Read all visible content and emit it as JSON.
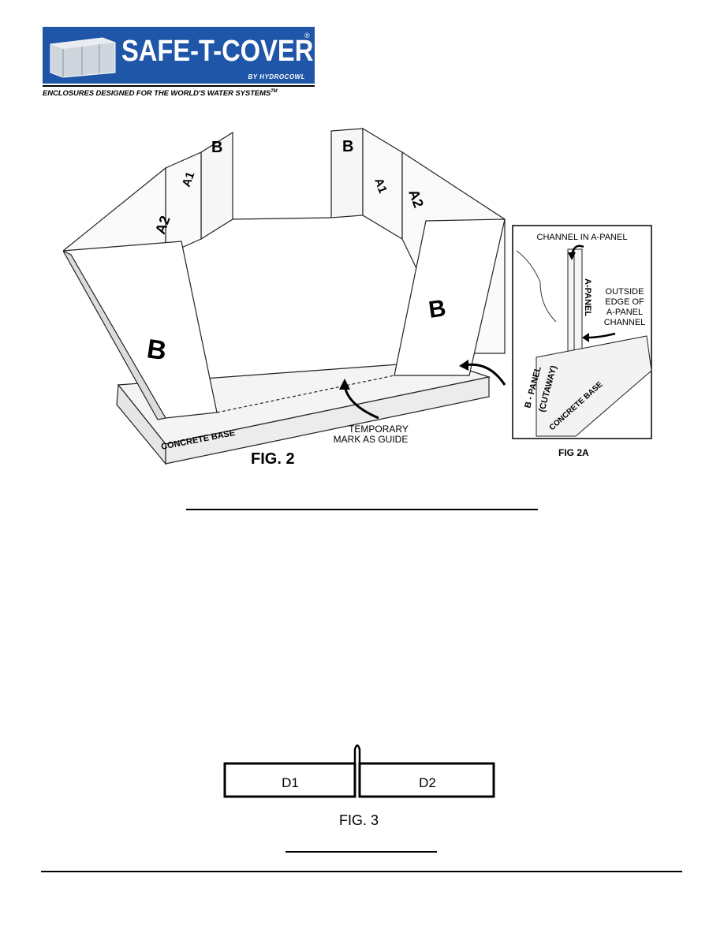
{
  "logo": {
    "brand": "SAFE-T-COVER",
    "registered": "®",
    "by_line": "BY HYDROCOWL",
    "tagline": "ENCLOSURES DESIGNED FOR THE WORLD'S WATER SYSTEMS",
    "trademark": "TM"
  },
  "fig2": {
    "caption": "FIG. 2",
    "panel_labels": {
      "b_back_left": "B",
      "b_back_right": "B",
      "a1_left": "A1",
      "a1_right": "A1",
      "a2_left": "A2",
      "a2_right": "A2",
      "b_front_left": "B",
      "b_front_right": "B"
    },
    "base_label": "CONCRETE  BASE",
    "guide_label_line1": "TEMPORARY",
    "guide_label_line2": "MARK AS GUIDE"
  },
  "fig2a": {
    "caption": "FIG 2A",
    "channel_label": "CHANNEL IN A-PANEL",
    "a_panel_label": "A-PANEL",
    "outside_edge_line1": "OUTSIDE",
    "outside_edge_line2": "EDGE OF",
    "outside_edge_line3": "A-PANEL",
    "outside_edge_line4": "CHANNEL",
    "b_panel_line1": "B - PANEL",
    "b_panel_line2": "(CUTAWAY)",
    "base_label": "CONCRETE  BASE"
  },
  "fig3": {
    "caption": "FIG. 3",
    "left_panel": "D1",
    "right_panel": "D2"
  }
}
